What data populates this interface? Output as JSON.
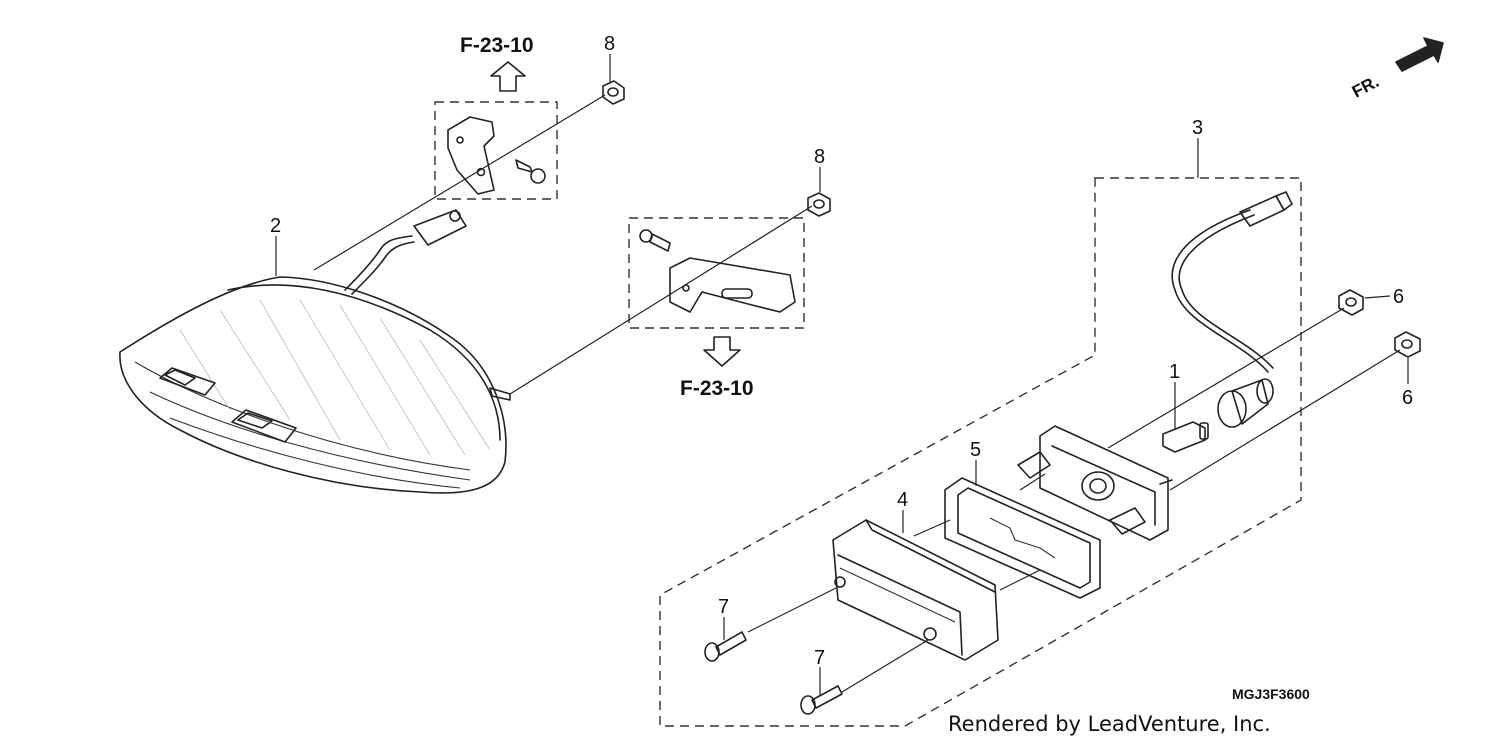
{
  "diagram": {
    "callouts": {
      "c1": "1",
      "c2": "2",
      "c3": "3",
      "c4": "4",
      "c5": "5",
      "c6a": "6",
      "c6b": "6",
      "c7a": "7",
      "c7b": "7",
      "c8a": "8",
      "c8b": "8"
    },
    "references": {
      "upper": "F-23-10",
      "lower": "F-23-10"
    },
    "front_indicator": "FR.",
    "diagram_code": "MGJ3F3600",
    "credit": "Rendered by LeadVenture, Inc."
  }
}
